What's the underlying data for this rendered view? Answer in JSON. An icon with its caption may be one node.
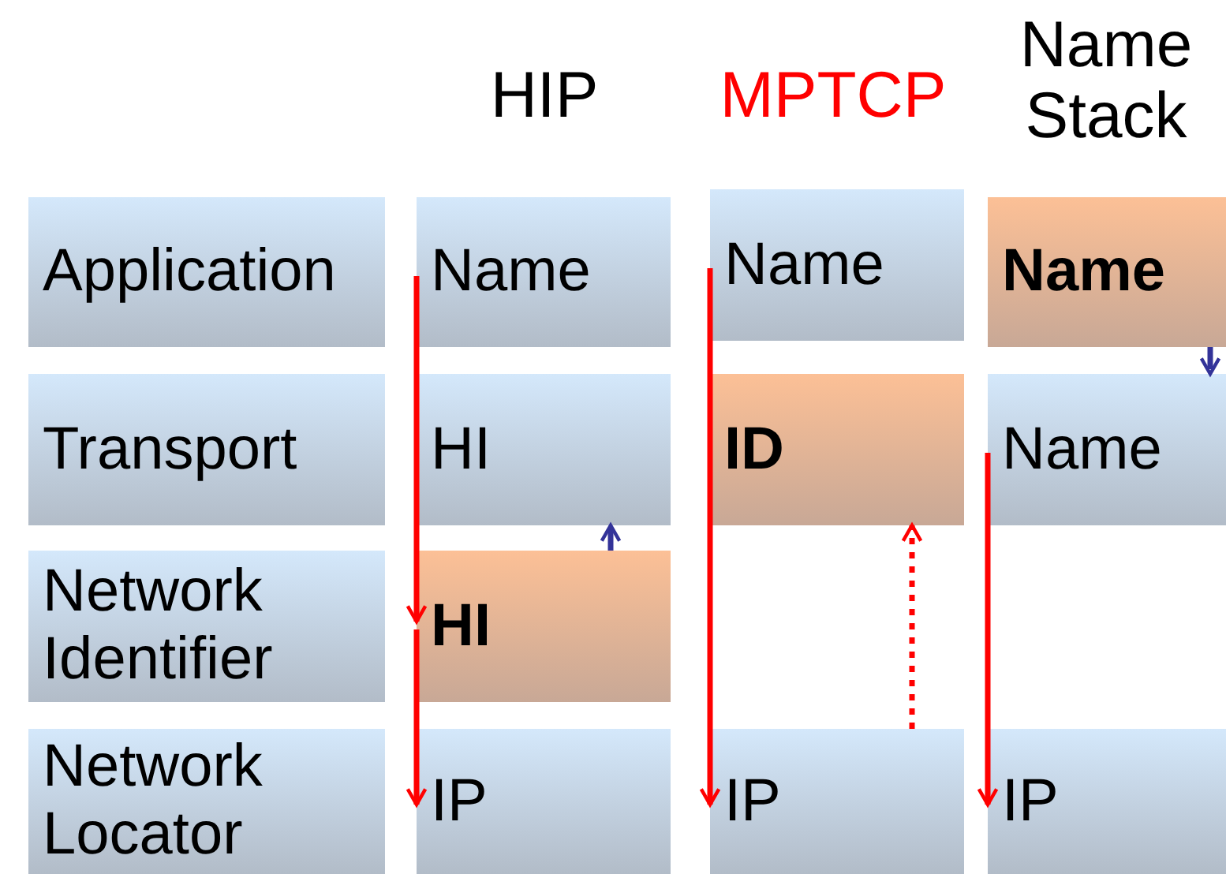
{
  "diagram": {
    "nodes": [
      {
        "text": [
          "Application"
        ]
      },
      {
        "text": [
          "Transport"
        ]
      },
      {
        "text": [
          "Network Identifier"
        ]
      },
      {
        "text": [
          "Network Locator"
        ]
      },
      {
        "text": [
          "Name"
        ]
      },
      {
        "text": [
          "HI"
        ]
      },
      {
        "text": [
          "HI"
        ]
      },
      {
        "text": [
          "IP"
        ]
      },
      {
        "text": [
          "Name"
        ]
      },
      {
        "text": [
          "ID"
        ]
      },
      {
        "text": [
          "IP"
        ]
      },
      {
        "text": [
          "Name"
        ]
      },
      {
        "text": [
          "Name"
        ]
      },
      {
        "text": [
          "IP"
        ]
      }
    ],
    "edges": [
      {
        "from": 4,
        "to": 6,
        "arrow": "to"
      },
      {
        "from": 6,
        "to": 7,
        "arrow": "to"
      },
      {
        "from": 6,
        "to": 5,
        "arrow": "to",
        "style": "dashed",
        "color": "#333399"
      },
      {
        "from": 8,
        "to": 10,
        "arrow": "to"
      },
      {
        "from": 10,
        "to": 9,
        "arrow": "to",
        "style": "dashed"
      },
      {
        "from": 11,
        "to": 12,
        "arrow": "to",
        "style": "dashed",
        "color": "#333399"
      },
      {
        "from": 12,
        "to": 13,
        "arrow": "to"
      }
    ],
    "labels": [
      "HIP",
      "MPTCP",
      "Name Stack"
    ]
  }
}
